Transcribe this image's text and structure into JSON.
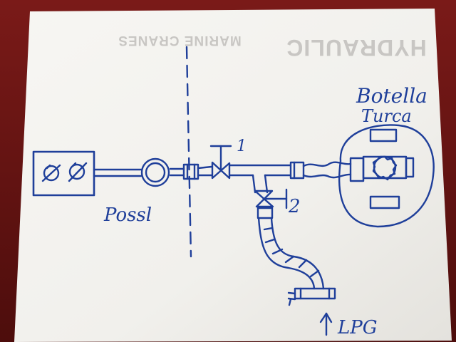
{
  "sketch": {
    "labels": {
      "botella_line1": "Botella",
      "botella_line2": "Turca",
      "valve1": "1",
      "valve2": "2",
      "possl": "Possl",
      "lpg": "LPG"
    },
    "show_through_print": {
      "left": "MARINE CRANES",
      "right": "HYDRAULIC"
    },
    "colors": {
      "ink": "#1f3f9a",
      "paper": "#f3f2ef",
      "background": "#6e1414"
    }
  }
}
